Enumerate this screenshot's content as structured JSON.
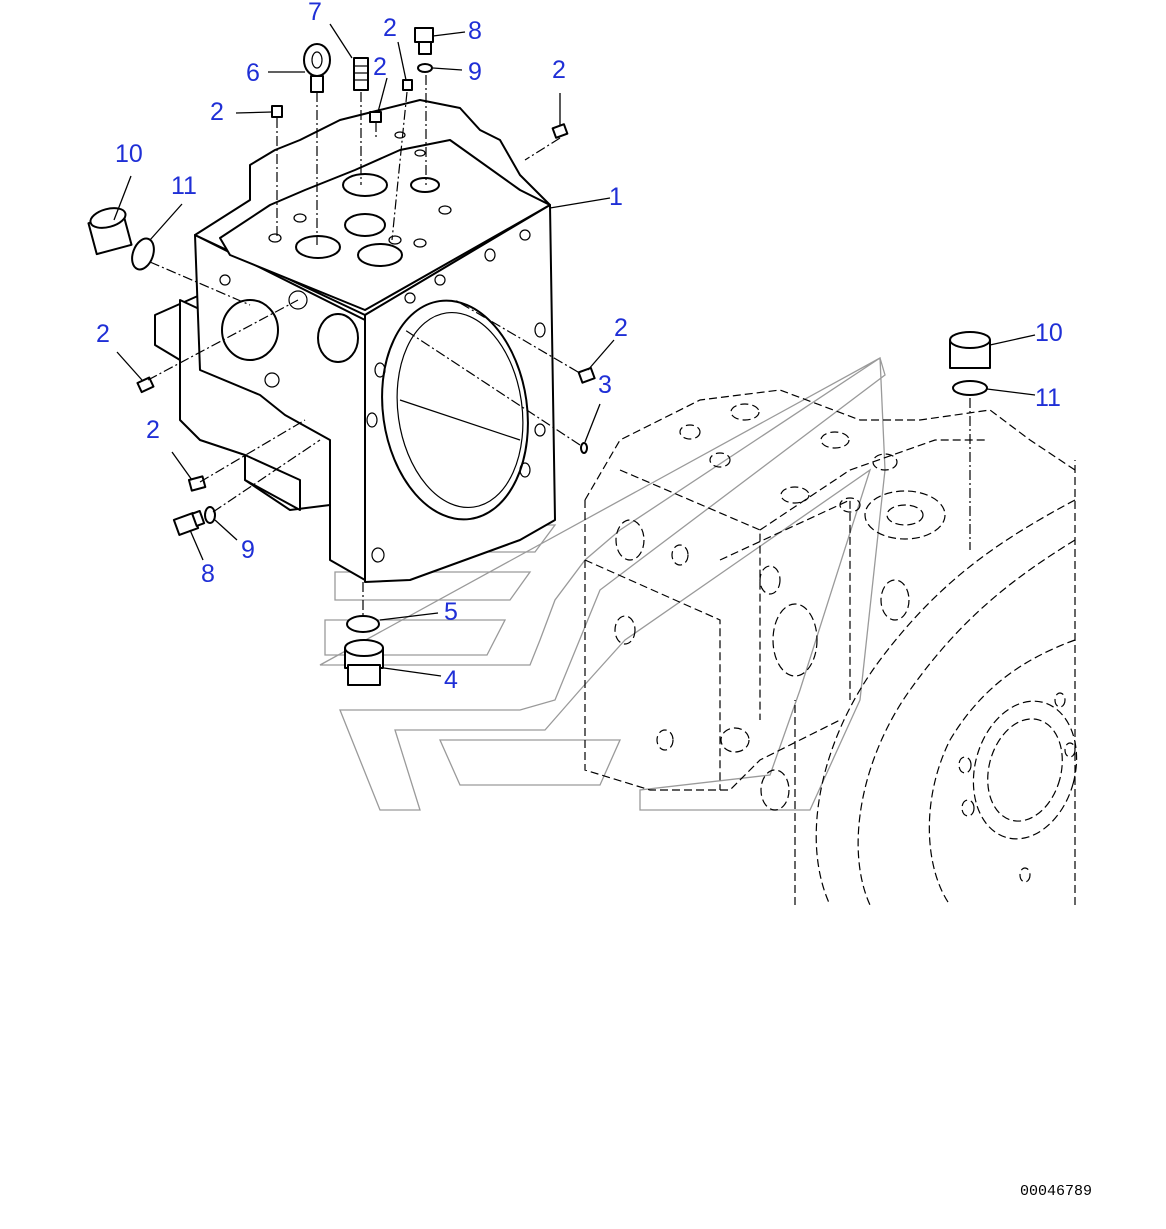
{
  "drawing_number": "00046789",
  "callouts": [
    {
      "id": "c1",
      "label": "1"
    },
    {
      "id": "c2a",
      "label": "2"
    },
    {
      "id": "c2b",
      "label": "2"
    },
    {
      "id": "c2c",
      "label": "2"
    },
    {
      "id": "c2d",
      "label": "2"
    },
    {
      "id": "c2e",
      "label": "2"
    },
    {
      "id": "c2f",
      "label": "2"
    },
    {
      "id": "c2g",
      "label": "2"
    },
    {
      "id": "c3",
      "label": "3"
    },
    {
      "id": "c4",
      "label": "4"
    },
    {
      "id": "c5",
      "label": "5"
    },
    {
      "id": "c6",
      "label": "6"
    },
    {
      "id": "c7",
      "label": "7"
    },
    {
      "id": "c8a",
      "label": "8"
    },
    {
      "id": "c8b",
      "label": "8"
    },
    {
      "id": "c9a",
      "label": "9"
    },
    {
      "id": "c9b",
      "label": "9"
    },
    {
      "id": "c10a",
      "label": "10"
    },
    {
      "id": "c10b",
      "label": "10"
    },
    {
      "id": "c11a",
      "label": "11"
    },
    {
      "id": "c11b",
      "label": "11"
    }
  ],
  "colors": {
    "callout": "#1f2fd6",
    "line": "#000000",
    "watermark": "#9a9a9a"
  }
}
